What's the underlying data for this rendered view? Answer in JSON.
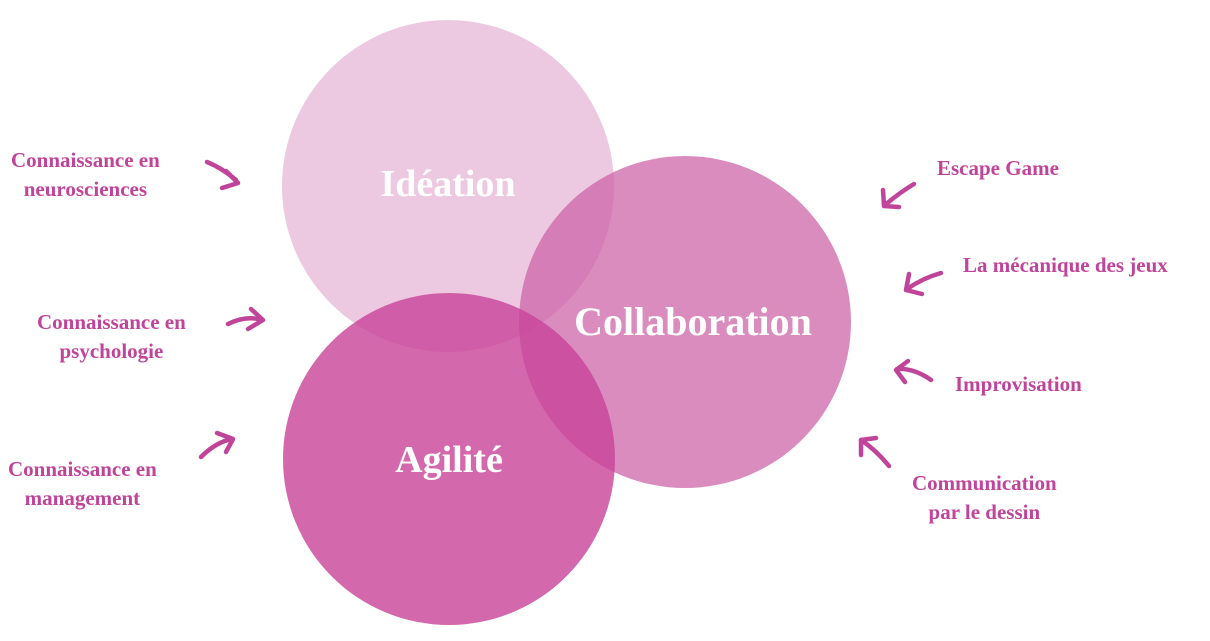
{
  "colors": {
    "ideation": "#ecc5df",
    "collaboration": "#d987bc",
    "agilite": "#d05ea7",
    "accent_text": "#c0449a"
  },
  "circles": {
    "ideation": "Idéation",
    "collaboration": "Collaboration",
    "agilite": "Agilité"
  },
  "left_labels": [
    {
      "line1": "Connaissance en",
      "line2": "neurosciences"
    },
    {
      "line1": "Connaissance en",
      "line2": "psychologie"
    },
    {
      "line1": "Connaissance en",
      "line2": "management"
    }
  ],
  "right_labels": [
    {
      "line1": "Escape Game"
    },
    {
      "line1": "La mécanique des jeux"
    },
    {
      "line1": "Improvisation"
    },
    {
      "line1": "Communication",
      "line2": "par le dessin"
    }
  ]
}
